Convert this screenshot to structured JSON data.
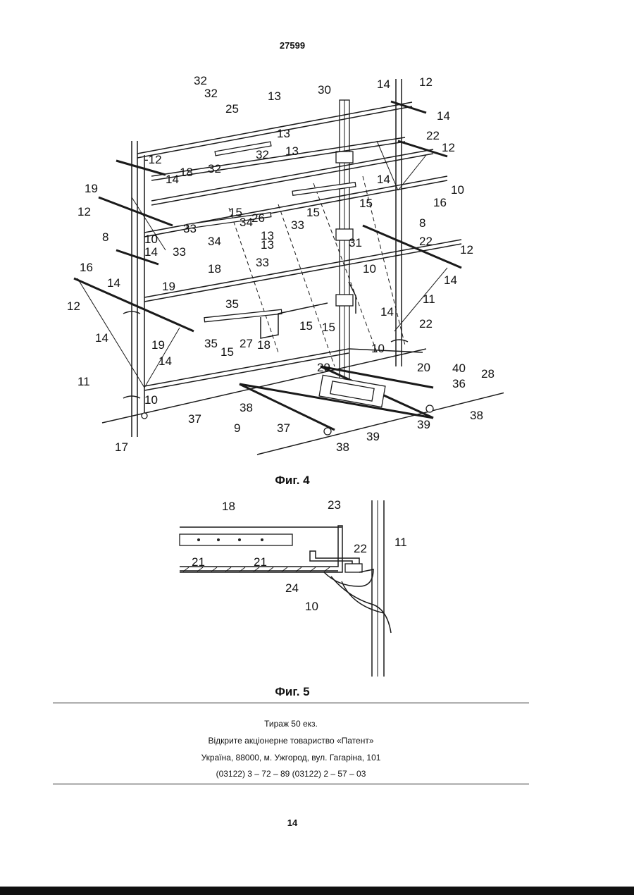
{
  "header": {
    "doc_number": "27599"
  },
  "figure4": {
    "caption": "Фиг. 4",
    "labels": [
      "32",
      "32",
      "25",
      "13",
      "30",
      "14",
      "12",
      "14",
      "22",
      "12",
      "-12",
      "13",
      "13",
      "32",
      "32",
      "18",
      "14",
      "14",
      "10",
      "19",
      "12",
      "16",
      "15",
      "34",
      "26",
      "13",
      "15",
      "15",
      "33",
      "33",
      "34",
      "13",
      "33",
      "8",
      "8",
      "22",
      "12",
      "10",
      "14",
      "31",
      "33",
      "16",
      "14",
      "19",
      "18",
      "12",
      "10",
      "14",
      "11",
      "14",
      "35",
      "15",
      "15",
      "35",
      "27",
      "15",
      "18",
      "14",
      "22",
      "10",
      "19",
      "14",
      "11",
      "29",
      "20",
      "40",
      "36",
      "28",
      "10",
      "37",
      "38",
      "9",
      "37",
      "39",
      "39",
      "38",
      "38",
      "17"
    ]
  },
  "figure5": {
    "caption": "Фиг. 5",
    "labels": [
      "18",
      "23",
      "11",
      "22",
      "21",
      "21",
      "24",
      "10"
    ]
  },
  "publisher": {
    "lines": [
      "Тираж 50 екз.",
      "Відкрите акціонерне товариство «Патент»",
      "Україна, 88000, м. Ужгород, вул. Гагаріна, 101",
      "(03122) 3 – 72 – 89  (03122) 2 – 57 – 03"
    ]
  },
  "footer": {
    "page_number": "14"
  }
}
